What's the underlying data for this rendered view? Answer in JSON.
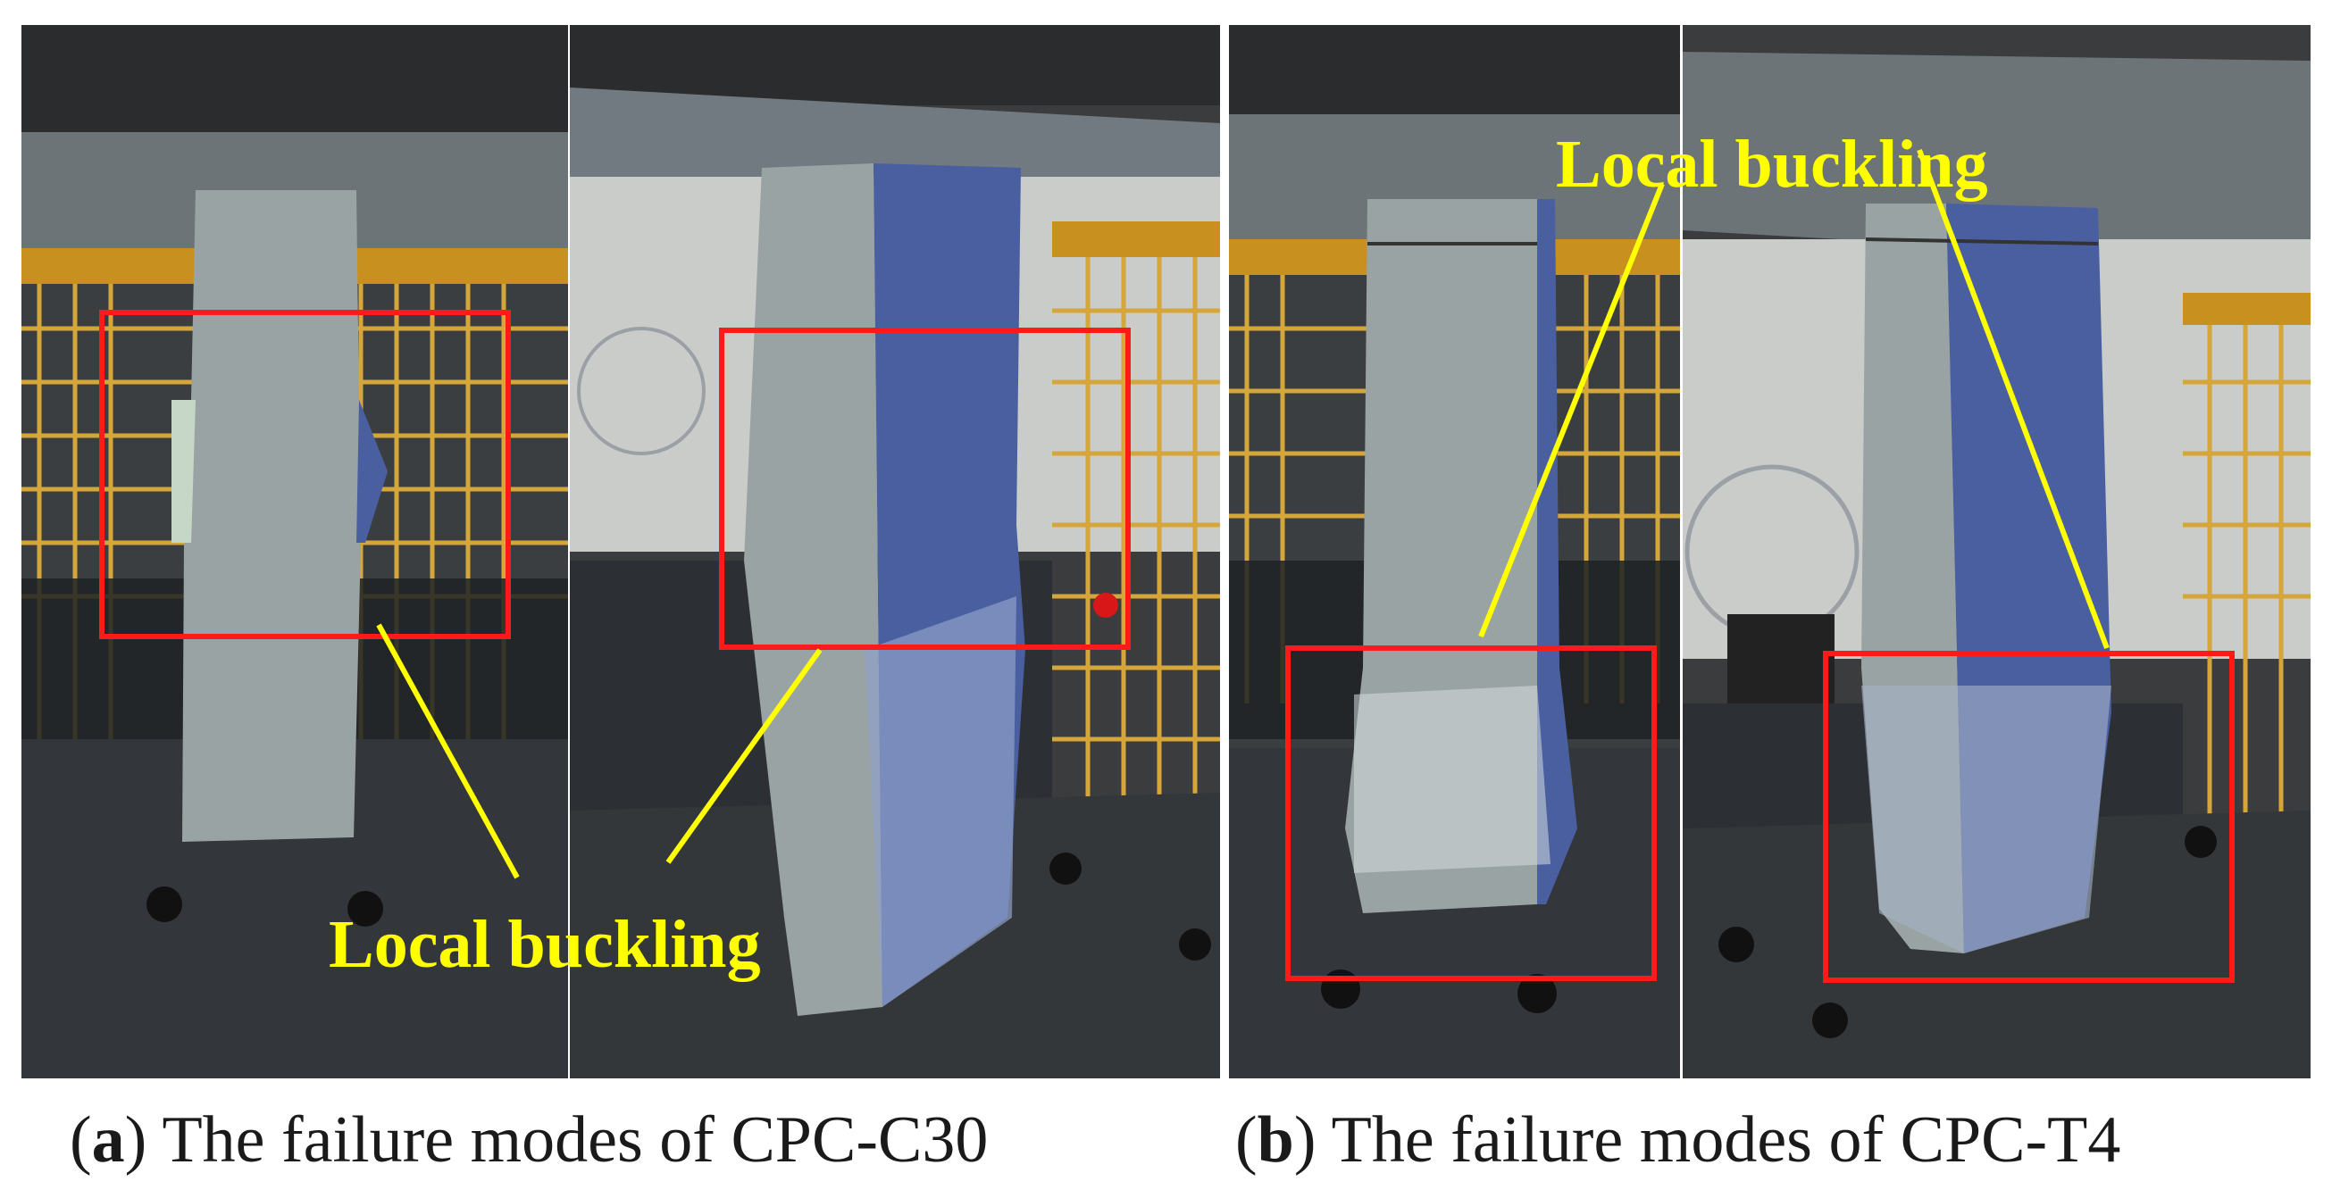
{
  "figure": {
    "annotation_label_a": "Local buckling",
    "annotation_label_b": "Local buckling",
    "caption_a": {
      "letter": "a",
      "text": "The failure modes of CPC-C30"
    },
    "caption_b": {
      "letter": "b",
      "text": "The failure modes of CPC-T4"
    }
  },
  "colors": {
    "highlight_box": "#ff1a1a",
    "leader_line": "#ffff00",
    "annotation_text": "#ffff00",
    "specimen_grey": "#9aa3a3",
    "specimen_blue": "#4a5fa0",
    "machine_dark": "#2a2d30",
    "cage_orange": "#c8901e"
  }
}
